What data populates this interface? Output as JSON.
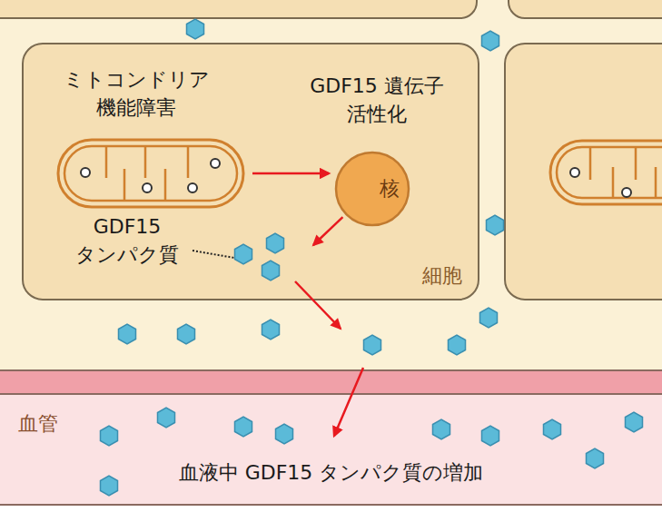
{
  "diagram": {
    "nodes": [
      {
        "text": [
          "細胞"
        ]
      },
      {
        "text": [
          "ミトコンドリア 機能障害"
        ],
        "in": 0
      },
      {
        "text": [
          "GDF15 遺伝子 活性化",
          "核"
        ],
        "in": 0
      },
      {
        "text": [
          "血管",
          "血液中 GDF15 タンパク質の増加"
        ]
      }
    ],
    "edges": [
      {
        "from": 1,
        "to": 2,
        "arrow": "to"
      },
      {
        "from": 2,
        "to": 3,
        "arrow": "to"
      }
    ],
    "labels": [
      "GDF15 タンパク質"
    ]
  }
}
